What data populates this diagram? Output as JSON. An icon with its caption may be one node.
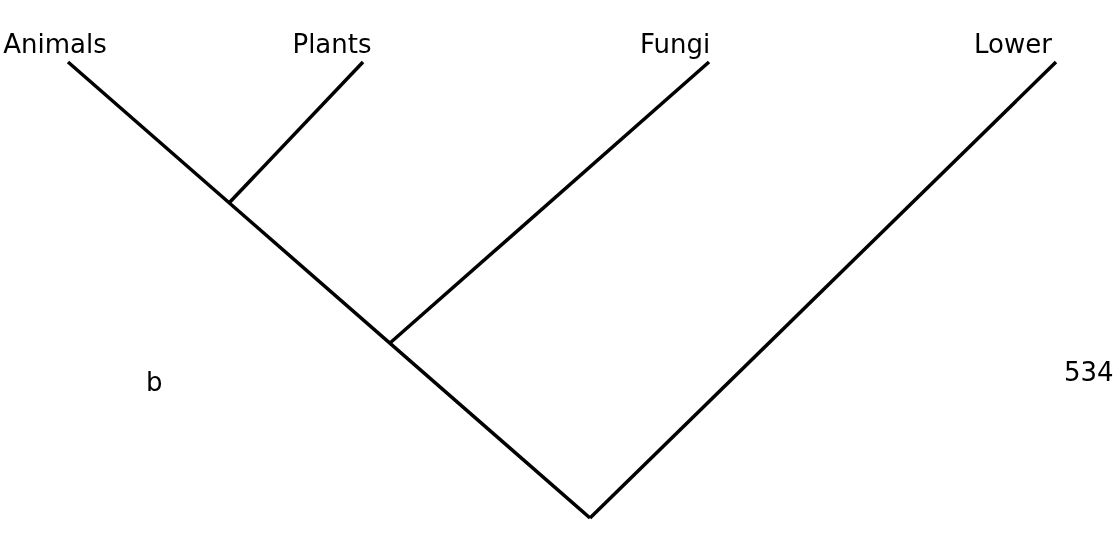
{
  "diagram": {
    "nodes": [
      {
        "text": [
          "Animals"
        ]
      },
      {
        "text": [
          "Plants"
        ]
      },
      {
        "text": [
          "Fungi"
        ]
      },
      {
        "text": [
          "Lower"
        ]
      }
    ],
    "edges": [
      {
        "from": null,
        "to": 0,
        "arrow": "none"
      },
      {
        "from": null,
        "to": 1,
        "arrow": "none"
      },
      {
        "from": null,
        "to": 2,
        "arrow": "none"
      },
      {
        "from": null,
        "to": 3,
        "arrow": "none"
      }
    ],
    "labels": [
      "b",
      "534"
    ]
  }
}
